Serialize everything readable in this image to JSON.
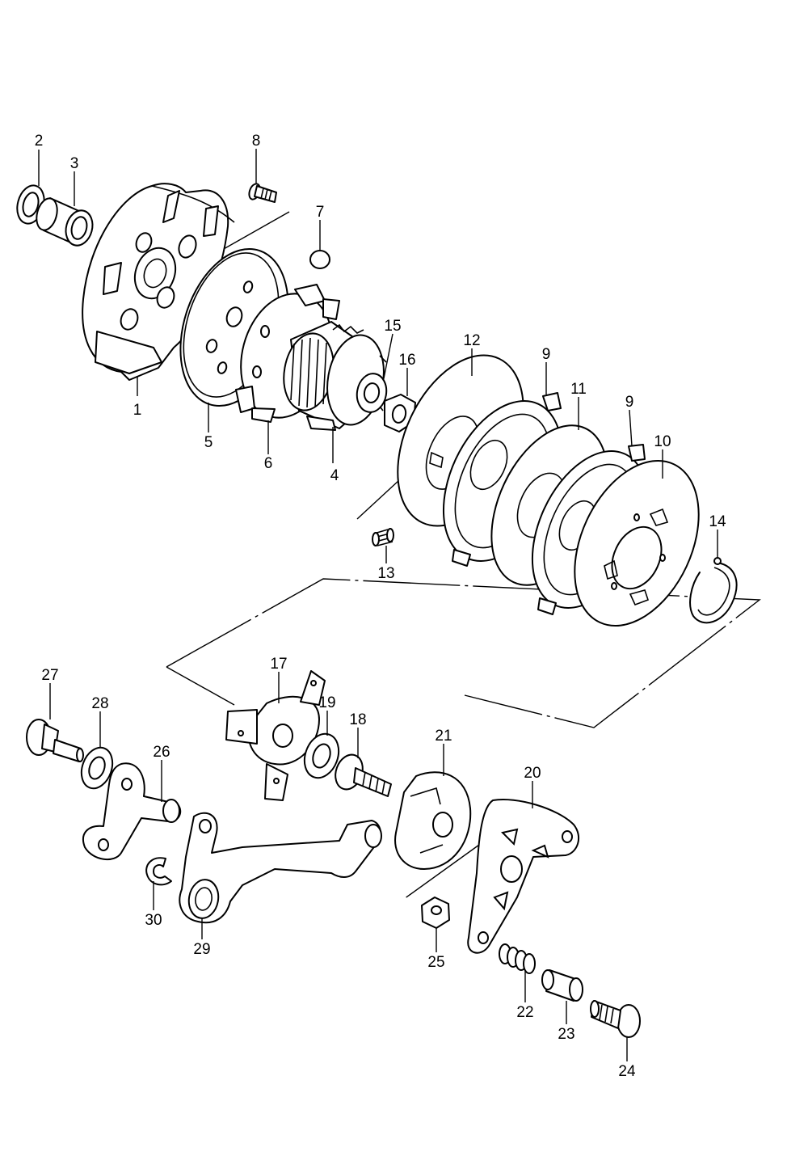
{
  "callouts": [
    {
      "id": "c1",
      "text": "1"
    },
    {
      "id": "c2",
      "text": "2"
    },
    {
      "id": "c3",
      "text": "3"
    },
    {
      "id": "c4",
      "text": "4"
    },
    {
      "id": "c5",
      "text": "5"
    },
    {
      "id": "c6",
      "text": "6"
    },
    {
      "id": "c7",
      "text": "7"
    },
    {
      "id": "c8",
      "text": "8"
    },
    {
      "id": "c9a",
      "text": "9"
    },
    {
      "id": "c9b",
      "text": "9"
    },
    {
      "id": "c10",
      "text": "10"
    },
    {
      "id": "c11",
      "text": "11"
    },
    {
      "id": "c12",
      "text": "12"
    },
    {
      "id": "c13",
      "text": "13"
    },
    {
      "id": "c14",
      "text": "14"
    },
    {
      "id": "c15",
      "text": "15"
    },
    {
      "id": "c16",
      "text": "16"
    },
    {
      "id": "c17",
      "text": "17"
    },
    {
      "id": "c18",
      "text": "18"
    },
    {
      "id": "c19",
      "text": "19"
    },
    {
      "id": "c20",
      "text": "20"
    },
    {
      "id": "c21",
      "text": "21"
    },
    {
      "id": "c22",
      "text": "22"
    },
    {
      "id": "c23",
      "text": "23"
    },
    {
      "id": "c24",
      "text": "24"
    },
    {
      "id": "c25",
      "text": "25"
    },
    {
      "id": "c26",
      "text": "26"
    },
    {
      "id": "c27",
      "text": "27"
    },
    {
      "id": "c28",
      "text": "28"
    },
    {
      "id": "c29",
      "text": "29"
    },
    {
      "id": "c30",
      "text": "30"
    }
  ]
}
